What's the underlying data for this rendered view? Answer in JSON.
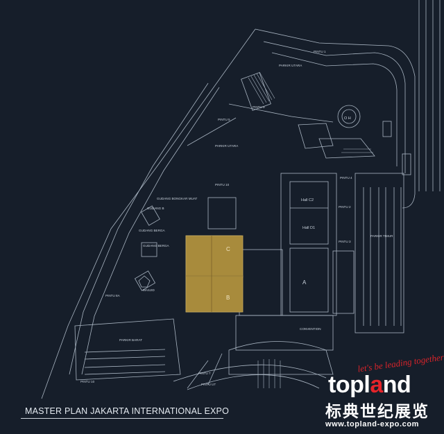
{
  "title": "MASTER PLAN JAKARTA INTERNATIONAL EXPO",
  "colors": {
    "background": "#161e2a",
    "linework": "#aab6c3",
    "highlight": "#a88b3c",
    "brand_red": "#e6242a"
  },
  "labels": {
    "parkir_utara_top": "PARKIR UTARA",
    "parkir_utara": "PARKIR UTARA",
    "parkir_timur": "PARKIR TIMUR",
    "parkir_barat": "PARKIR BARAT",
    "hall_c2": "Hall C2",
    "hall_d1": "Hall D1",
    "hall_a": "A",
    "hall_b": "B",
    "hall_c": "C",
    "convention": "CONVENTION",
    "pintu_1": "PINTU 1",
    "pintu_2": "PINTU 2",
    "pintu_3": "PINTU 3",
    "pintu_4": "PINTU 4",
    "pintu_5": "PINTU 5",
    "pintu_7": "PINTU 7",
    "pintu_9": "PINTU 9",
    "pintu_10": "PINTU 10",
    "pintu_8a": "PINTU 8A",
    "pintu_10b": "PINTU 10",
    "pintu_ut": "PINTU UT",
    "gudang_bongkar": "GUDANG BONGKAR MUAT",
    "gudang_b": "GUDANG B",
    "gudang_basuki": "GUDANG BERGA",
    "gudang_bs2": "GUDANG BERGA",
    "masjid": "MASJID",
    "hotel_letters": "O H"
  },
  "logo": {
    "slogan": "let's be leading together",
    "word_a": "topl",
    "word_b": "a",
    "word_c": "nd",
    "chinese": "标典世纪展览",
    "url": "www.topland-expo.com"
  }
}
